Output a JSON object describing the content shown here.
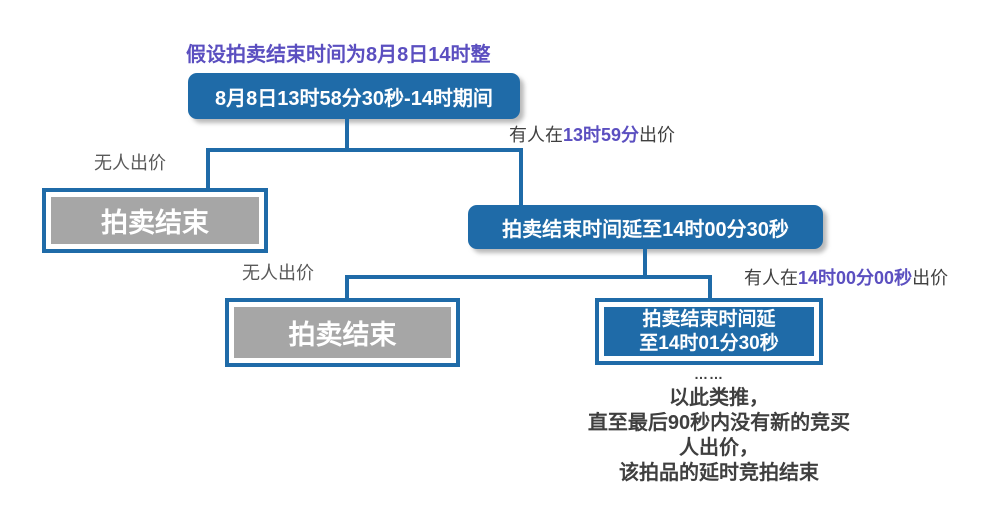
{
  "colors": {
    "node_blue": "#1F6BA8",
    "accent_purple": "#5B4FC0",
    "gray_node": "#A6A6A6",
    "label_gray": "#595959",
    "text_dark": "#3F3F3F",
    "background": "#FFFFFF"
  },
  "title": "假设拍卖结束时间为8月8日14时整",
  "nodes": {
    "root": "8月8日13时58分30秒-14时期间",
    "end_1": "拍卖结束",
    "extend_1": "拍卖结束时间延至14时00分30秒",
    "end_2": "拍卖结束",
    "extend_2_line1": "拍卖结束时间延",
    "extend_2_line2": "至14时01分30秒"
  },
  "labels": {
    "no_bid_1": "无人出价",
    "bid_1": {
      "prefix": "有人在",
      "time": "13时59分",
      "suffix": "出价"
    },
    "no_bid_2": "无人出价",
    "bid_2": {
      "prefix": "有人在",
      "time": "14时00分00秒",
      "suffix": "出价"
    }
  },
  "footer": {
    "dots": "……",
    "lines": [
      "以此类推，",
      "直至最后90秒内没有新的竞买",
      "人出价，",
      "该拍品的延时竞拍结束"
    ]
  }
}
